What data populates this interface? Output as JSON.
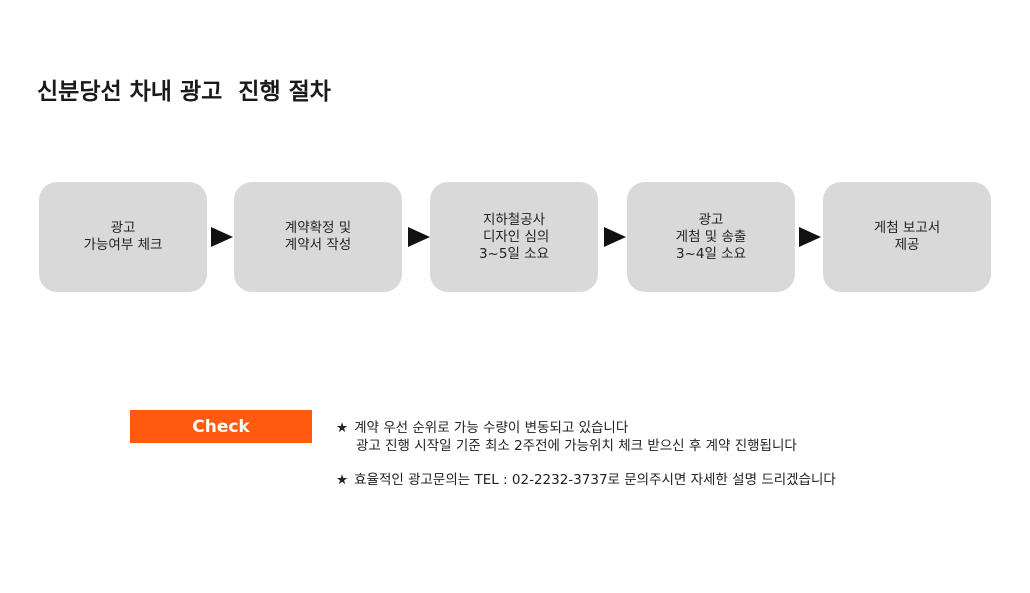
{
  "title": "신분당선 차내 광고  진행 절차",
  "steps": [
    {
      "lines": [
        "광고",
        "가능여부 체크"
      ]
    },
    {
      "lines": [
        "계약확정 및",
        "계약서 작성"
      ]
    },
    {
      "lines": [
        "지하철공사",
        " 디자인 심의",
        "3~5일 소요"
      ]
    },
    {
      "lines": [
        "광고",
        "게첨 및 송출",
        "3~4일 소요"
      ]
    },
    {
      "lines": [
        "게첨 보고서",
        "제공"
      ]
    }
  ],
  "arrow_icon": "right-triangle-arrow",
  "check": {
    "label": "Check",
    "color": "#ff5a0f"
  },
  "notes": {
    "star": "★",
    "line1": "계약 우선 순위로 가능 수량이 변동되고 있습니다",
    "line2": "광고 진행 시작일 기준 최소 2주전에 가능위치 체크 받으신 후 계약 진행됩니다",
    "line3": "효율적인 광고문의는 TEL : 02-2232-3737로 문의주시면 자세한 설명 드리겠습니다"
  }
}
